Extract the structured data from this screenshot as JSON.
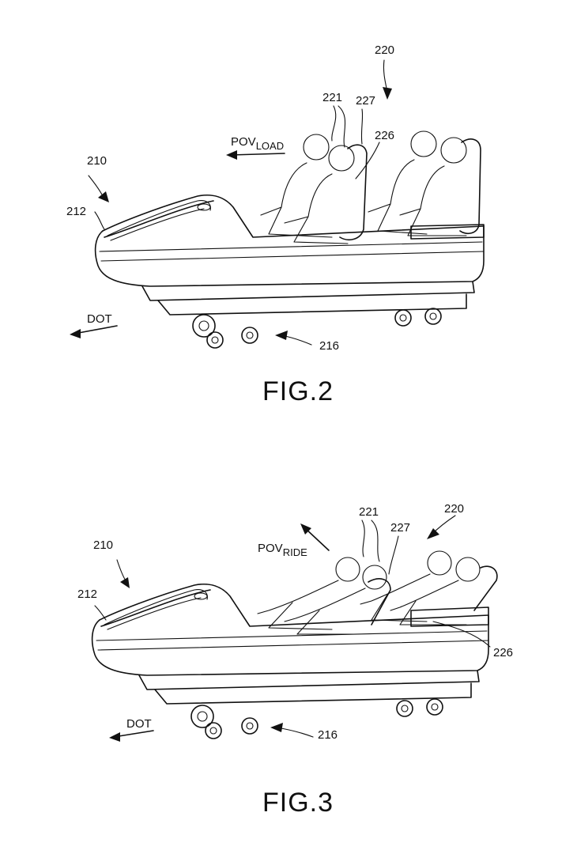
{
  "figures": [
    {
      "caption": "FIG.2",
      "labels": {
        "vehicle": "210",
        "front": "212",
        "wheels": "216",
        "group": "220",
        "rider": "221",
        "restraint": "226",
        "seat": "227",
        "direction": "DOT"
      },
      "pov": {
        "main": "POV",
        "sub": "LOAD"
      }
    },
    {
      "caption": "FIG.3",
      "labels": {
        "vehicle": "210",
        "front": "212",
        "wheels": "216",
        "group": "220",
        "rider": "221",
        "restraint": "226",
        "seat": "227",
        "direction": "DOT"
      },
      "pov": {
        "main": "POV",
        "sub": "RIDE"
      }
    }
  ]
}
